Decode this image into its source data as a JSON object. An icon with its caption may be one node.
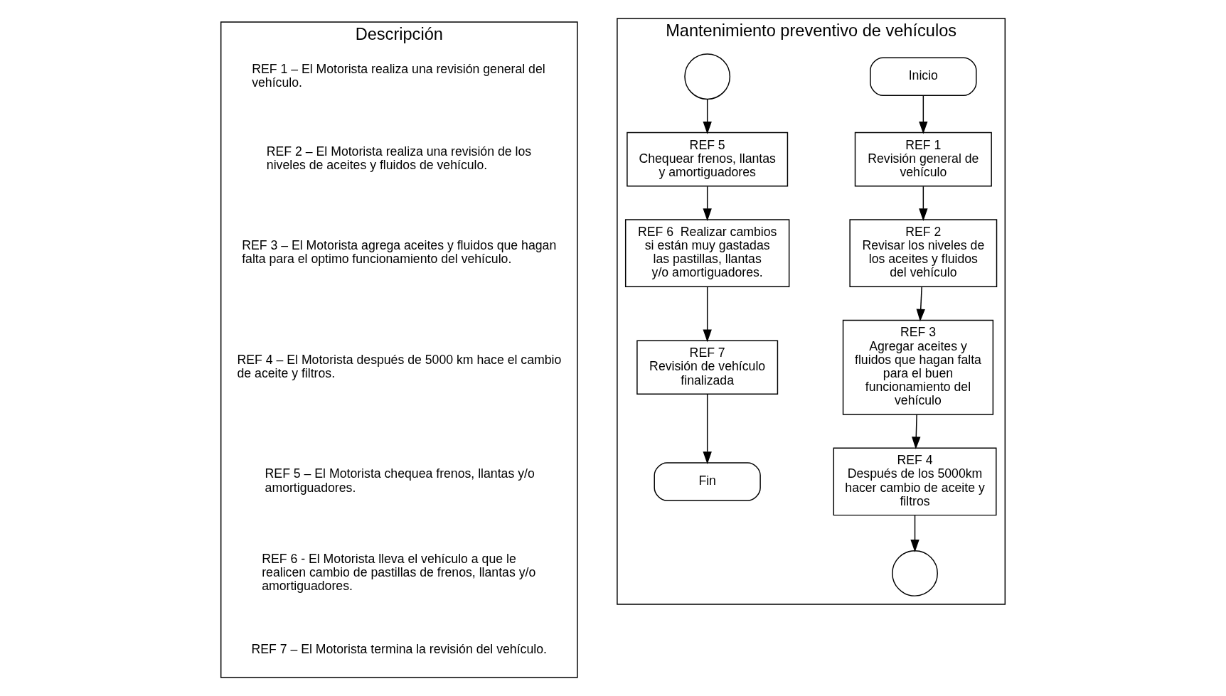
{
  "diagram": {
    "nodes": [
      {
        "text": [
          "Descripción"
        ]
      },
      {
        "text": [
          "Mantenimiento preventivo de vehículos"
        ]
      },
      {
        "text": [
          "Inicio"
        ],
        "in": 1
      },
      {
        "text": [
          "REF 1",
          "Revisión general de vehículo"
        ],
        "in": 1
      },
      {
        "text": [
          "REF 2",
          "Revisar los niveles de los aceites y fluidos del vehículo"
        ],
        "in": 1
      },
      {
        "text": [
          "REF 3",
          "Agregar aceites y fluidos que hagan falta para el buen funcionamiento del vehículo"
        ],
        "in": 1
      },
      {
        "text": [
          "REF 4",
          "Después de los 5000km hacer cambio de aceite y filtros"
        ],
        "in": 1
      },
      {
        "text": [],
        "shape": "circle",
        "in": 1
      },
      {
        "text": [],
        "shape": "circle",
        "in": 1
      },
      {
        "text": [
          "REF 5",
          "Chequear frenos, llantas y amortiguadores"
        ],
        "in": 1
      },
      {
        "text": [
          "REF 6  Realizar cambios si están muy gastadas las pastillas, llantas y/o amortiguadores."
        ],
        "in": 1
      },
      {
        "text": [
          "REF 7",
          "Revisión de vehículo finalizada"
        ],
        "in": 1
      },
      {
        "text": [
          "Fin"
        ],
        "in": 1
      }
    ],
    "edges": [
      {
        "from": 2,
        "to": 3,
        "arrow": "to"
      },
      {
        "from": 3,
        "to": 4,
        "arrow": "to"
      },
      {
        "from": 4,
        "to": 5,
        "arrow": "to"
      },
      {
        "from": 5,
        "to": 6,
        "arrow": "to"
      },
      {
        "from": 6,
        "to": 7,
        "arrow": "to"
      },
      {
        "from": 8,
        "to": 9,
        "arrow": "to"
      },
      {
        "from": 9,
        "to": 10,
        "arrow": "to"
      },
      {
        "from": 10,
        "to": 11,
        "arrow": "to"
      },
      {
        "from": 11,
        "to": 12,
        "arrow": "to"
      }
    ],
    "labels": [
      "REF 1 – El Motorista realiza una revisión general del vehículo.",
      "REF 2 – El Motorista realiza una revisión de los niveles de aceites y fluidos de vehículo.",
      "REF 3 – El Motorista agrega aceites y fluidos que hagan falta para el optimo funcionamiento del vehículo.",
      "REF 4 – El Motorista después de 5000 km hace el cambio de aceite y filtros.",
      "REF 5 – El Motorista chequea frenos, llantas y/o amortiguadores.",
      "REF 6 - El Motorista lleva el vehículo a que le realicen cambio de pastillas de frenos, llantas y/o amortiguadores.",
      "REF 7 – El Motorista termina la revisión del vehículo."
    ]
  }
}
